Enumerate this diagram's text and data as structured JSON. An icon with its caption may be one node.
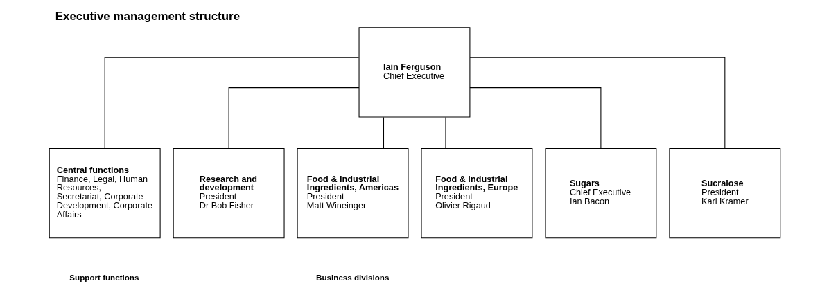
{
  "diagram": {
    "title": "Executive management structure",
    "nodes": [
      {
        "text": [
          "Iain Ferguson",
          "Chief Executive"
        ]
      },
      {
        "text": [
          "Central functions",
          "Finance, Legal, Human Resources, Secretariat, Corporate Development, Corporate Affairs"
        ]
      },
      {
        "text": [
          "Research and development",
          "President",
          "Dr Bob Fisher"
        ]
      },
      {
        "text": [
          "Food & Industrial Ingredients, Americas",
          "President",
          "Matt Wineinger"
        ]
      },
      {
        "text": [
          "Food & Industrial Ingredients, Europe",
          "President",
          "Olivier Rigaud"
        ]
      },
      {
        "text": [
          "Sugars",
          "Chief Executive",
          "Ian Bacon"
        ]
      },
      {
        "text": [
          "Sucralose",
          "President",
          "Karl Kramer"
        ]
      }
    ],
    "edges": [
      {
        "from": 0,
        "to": 1,
        "arrow": "none"
      },
      {
        "from": 0,
        "to": 2,
        "arrow": "none"
      },
      {
        "from": 0,
        "to": 3,
        "arrow": "none"
      },
      {
        "from": 0,
        "to": 4,
        "arrow": "none"
      },
      {
        "from": 0,
        "to": 5,
        "arrow": "none"
      },
      {
        "from": 0,
        "to": 6,
        "arrow": "none"
      }
    ],
    "labels": [
      "Support functions",
      "Business divisions"
    ]
  }
}
